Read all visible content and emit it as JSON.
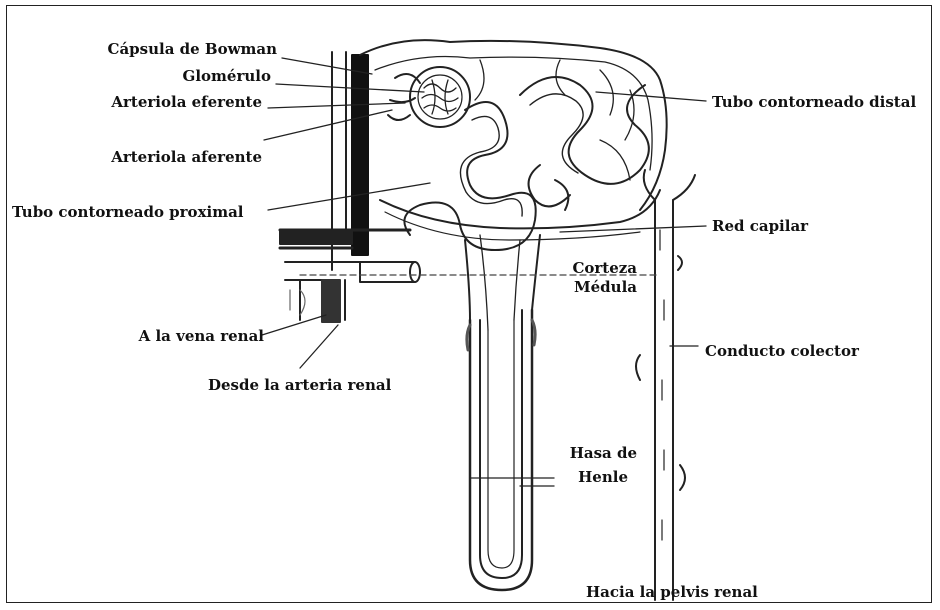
{
  "labels": {
    "capsula": "Cápsula de Bowman",
    "glomerulo": "Glomérulo",
    "eferente": "Arteriola eferente",
    "aferente": "Arteriola aferente",
    "proximal": "Tubo contorneado proximal",
    "vena": "A la vena renal",
    "arteria": "Desde la arteria renal",
    "distal": "Tubo contorneado distal",
    "capilar": "Red capilar",
    "corteza": "Corteza",
    "medula": "Médula",
    "colector": "Conducto colector",
    "henle_1": "Hasa de",
    "henle_2": "Henle",
    "pelvis": "Hacia la pelvis renal"
  },
  "colors": {
    "ink": "#111111",
    "line": "#222222",
    "shade": "#666666",
    "background": "#ffffff"
  }
}
